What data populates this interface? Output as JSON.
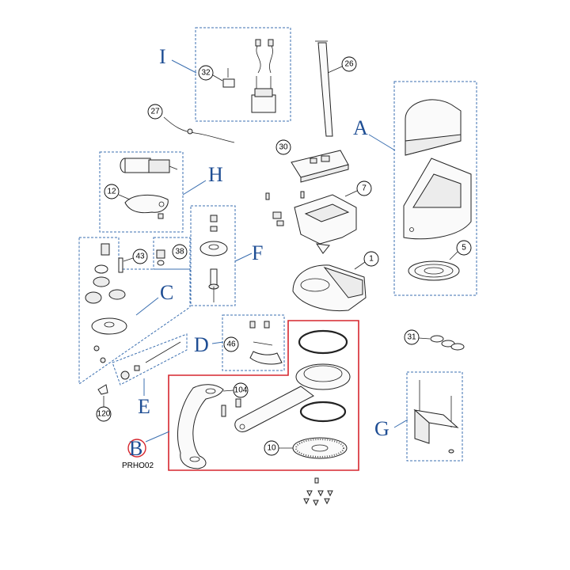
{
  "groups": {
    "A": "A",
    "B": "B",
    "C": "C",
    "D": "D",
    "E": "E",
    "F": "F",
    "G": "G",
    "H": "H",
    "I": "I"
  },
  "group_b_code": "PRHO02",
  "callouts": {
    "c1": "1",
    "c5": "5",
    "c7": "7",
    "c10": "10",
    "c12": "12",
    "c26": "26",
    "c27": "27",
    "c30": "30",
    "c31": "31",
    "c32": "32",
    "c38": "38",
    "c43": "43",
    "c46": "46",
    "c104": "104",
    "c120": "120"
  },
  "colors": {
    "group_letter": "#1f4e94",
    "group_box_border": "#3b6fb0",
    "highlight_box": "#d6262e"
  },
  "highlighted_group": "B"
}
